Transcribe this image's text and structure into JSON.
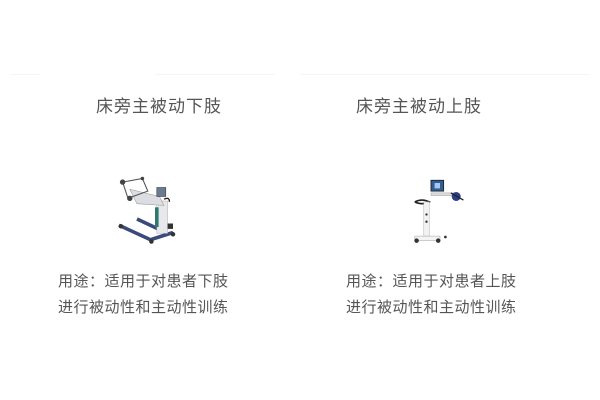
{
  "products": [
    {
      "title": "床旁主被动下肢",
      "image_alt": "lower-limb-trainer",
      "description": "用途：适用于对患者下肢进行被动性和主动性训练"
    },
    {
      "title": "床旁主被动上肢",
      "image_alt": "upper-limb-trainer",
      "description": "用途：适用于对患者上肢进行被动性和主动性训练"
    }
  ]
}
